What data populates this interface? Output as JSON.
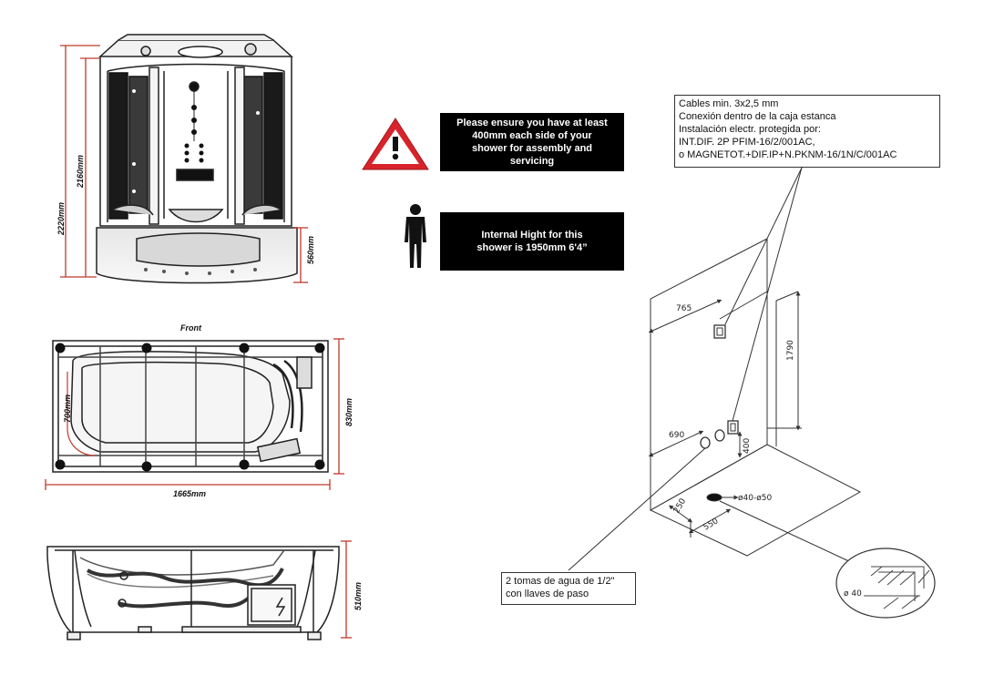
{
  "warning_panel": {
    "lines": [
      "Please ensure you have at least",
      "400mm each side of your",
      "shower for assembly and",
      "servicing"
    ]
  },
  "height_panel": {
    "lines": [
      "Internal Hight for this",
      "shower is 1950mm 6'4”"
    ]
  },
  "elevation_dims": {
    "total_height": "2220mm",
    "cabin_height": "2160mm",
    "base_height": "560mm"
  },
  "plan_view": {
    "label": "Front",
    "inner_depth": "700mm",
    "depth": "830mm",
    "length": "1665mm"
  },
  "side_view": {
    "height": "510mm"
  },
  "electrical_callout": {
    "lines": [
      "Cables min. 3x2,5 mm",
      "Conexión dentro de la caja estanca",
      "Instalación electr. protegida por:",
      "INT.DIF. 2P PFIM-16/2/001AC,",
      "o MAGNETOT.+DIF.IP+N.PKNM-16/1N/C/001AC"
    ]
  },
  "water_callout": {
    "lines": [
      "2 tomas de agua de 1/2\"",
      "con llaves de paso"
    ]
  },
  "install_dims": {
    "socket_offset": "765",
    "socket_height": "1790",
    "tap_offset": "690",
    "tap_height": "400",
    "drain_offset_small": "250",
    "drain_offset": "550",
    "drain_diameter": "ø40-ø50",
    "detail_diameter": "ø 40"
  },
  "colors": {
    "panel_bg": "#000000",
    "panel_text": "#ffffff",
    "warning_red": "#d8232a",
    "dim_line": "#c0392b"
  }
}
